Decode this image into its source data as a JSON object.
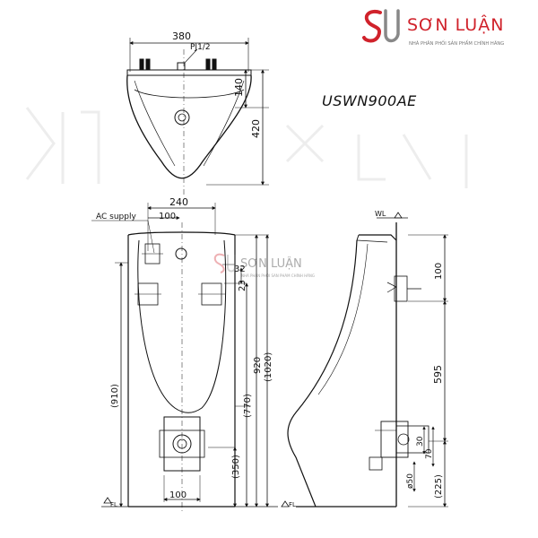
{
  "brand": {
    "name": "SƠN LUẬN",
    "tagline": "NHÀ PHÂN PHỐI SẢN PHẨM CHÍNH HÃNG",
    "primary_color": "#d0222b"
  },
  "model": "USWN900AE",
  "watermark": {
    "name": "SƠN LUẬN",
    "tagline": "NHÀ PHÂN PHỐI SẢN PHẨM CHÍNH HÃNG"
  },
  "top_view": {
    "width_label": "380",
    "pipe_label": "PJ1/2",
    "dim_140": "140",
    "dim_420": "420"
  },
  "front_view": {
    "ac_supply": "AC supply",
    "dim_240": "240",
    "dim_100_top": "100",
    "dim_32": "32",
    "dim_23": "23",
    "dim_920": "920",
    "dim_1020": "(1020)",
    "dim_910": "(910)",
    "dim_770": "(770)",
    "dim_350": "(350)",
    "dim_100_bottom": "100",
    "fl_label": "FL"
  },
  "side_view": {
    "wl_label": "WL",
    "dim_100": "100",
    "dim_595": "595",
    "dim_30": "30",
    "dim_70": "70",
    "dim_50": "ø50",
    "dim_225": "(225)",
    "fl_label": "FL"
  }
}
